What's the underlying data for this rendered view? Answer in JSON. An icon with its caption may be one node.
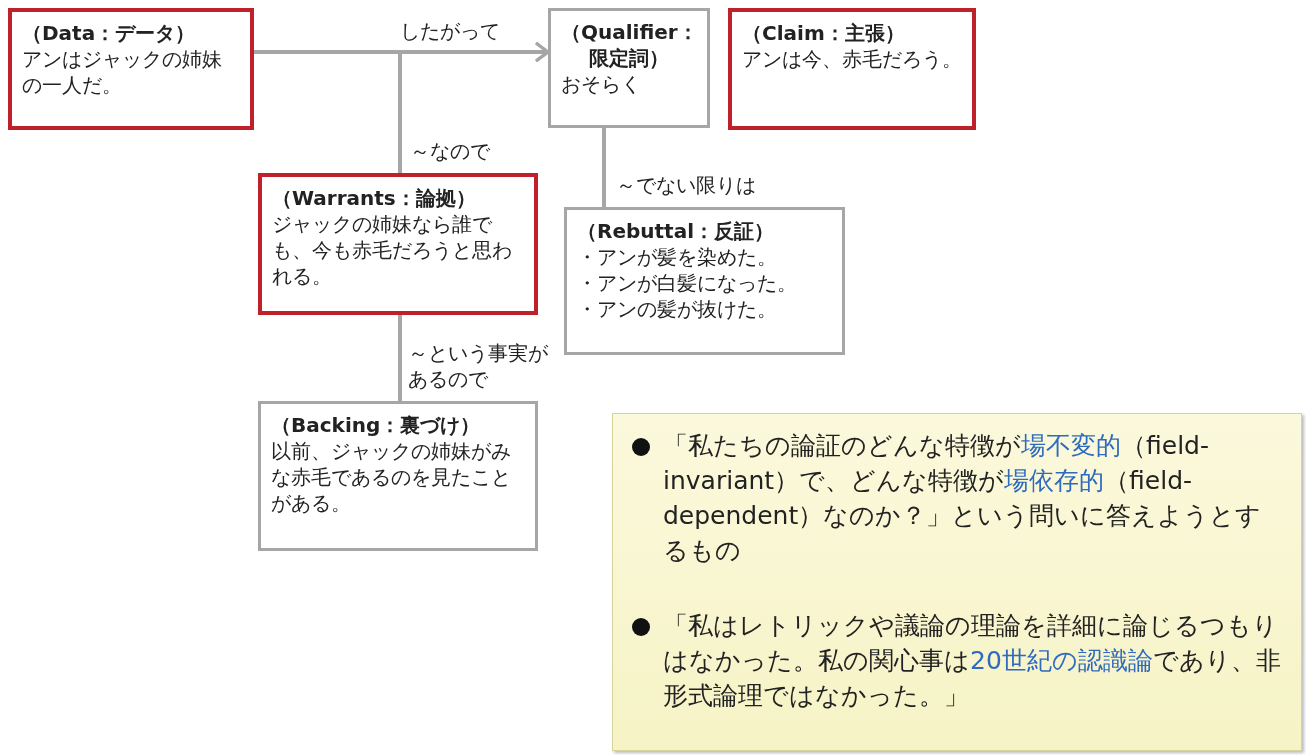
{
  "diagram": {
    "nodes": [
      {
        "text": [
          "（Data：データ）",
          "アンはジャックの姉妹の一人だ。"
        ]
      },
      {
        "text": [
          "（Qualifier：限定詞）",
          "おそらく"
        ]
      },
      {
        "text": [
          "（Claim：主張）",
          "アンは今、赤毛だろう。"
        ]
      },
      {
        "text": [
          "（Warrants：論拠）",
          "ジャックの姉妹なら誰でも、今も赤毛だろうと思われる。"
        ]
      },
      {
        "text": [
          "（Rebuttal：反証）",
          "・アンが髪を染めた。",
          "・アンが白髪になった。",
          "・アンの髪が抜けた。"
        ]
      },
      {
        "text": [
          "（Backing：裏づけ）",
          "以前、ジャックの姉妹がみな赤毛であるのを見たことがある。"
        ]
      },
      {
        "text": [
          "「私たちの論証のどんな特徴が**場不変的**（field-invariant）で、どんな特徴が**場依存的**（field-dependent）なのか？」という問いに答えようとするもの",
          "「私はレトリックや議論の理論を詳細に論じるつもりはなかった。私の関心事は**20世紀の認識論**であり、非形式論理ではなかった。」"
        ]
      }
    ],
    "edges": [
      {
        "from": 0,
        "to": 1,
        "arrow": "to",
        "label": "したがって"
      },
      {
        "from": 3,
        "to": 1,
        "arrow": "to",
        "label": "～なので"
      },
      {
        "from": 4,
        "to": 1,
        "arrow": "none",
        "label": "～でない限りは"
      },
      {
        "from": 5,
        "to": 3,
        "arrow": "none",
        "label": "～という事実があるので"
      }
    ]
  }
}
